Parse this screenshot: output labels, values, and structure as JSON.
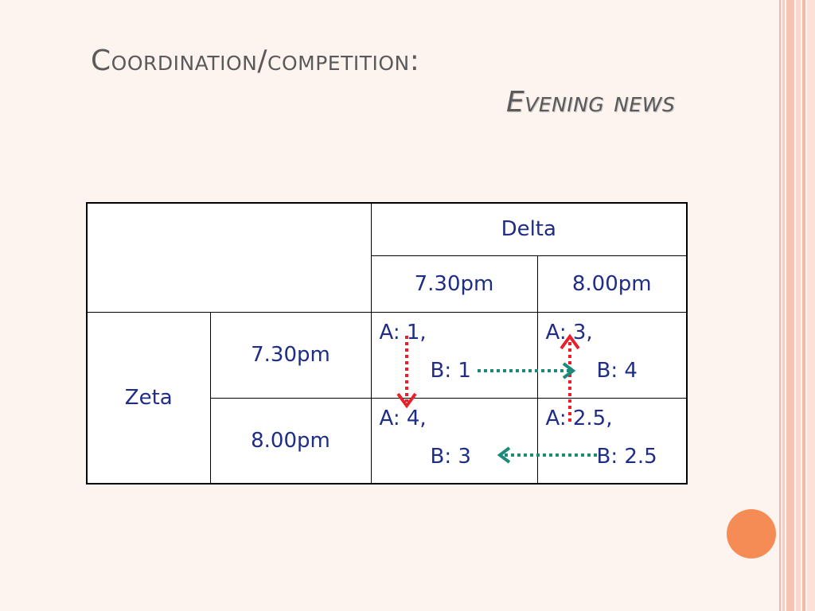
{
  "slide": {
    "title_line1": "Coordination/competition:",
    "title_line2": "Evening news"
  },
  "table": {
    "column_player": "Delta",
    "row_player": "Zeta",
    "col_headers": [
      "7.30pm",
      "8.00pm"
    ],
    "row_headers": [
      "7.30pm",
      "8.00pm"
    ],
    "payoffs": [
      [
        {
          "a": "A: 1,",
          "b": "B: 1"
        },
        {
          "a": "A: 3,",
          "b": "B: 4"
        }
      ],
      [
        {
          "a": "A: 4,",
          "b": "B: 3"
        },
        {
          "a": "A: 2.5,",
          "b": "B: 2.5"
        }
      ]
    ]
  },
  "colors": {
    "text": "#1f2d86",
    "title": "#5a5a5a",
    "arrow_red": "#e8202a",
    "arrow_teal": "#1a8a7a",
    "accent_dot": "#f68c55"
  }
}
